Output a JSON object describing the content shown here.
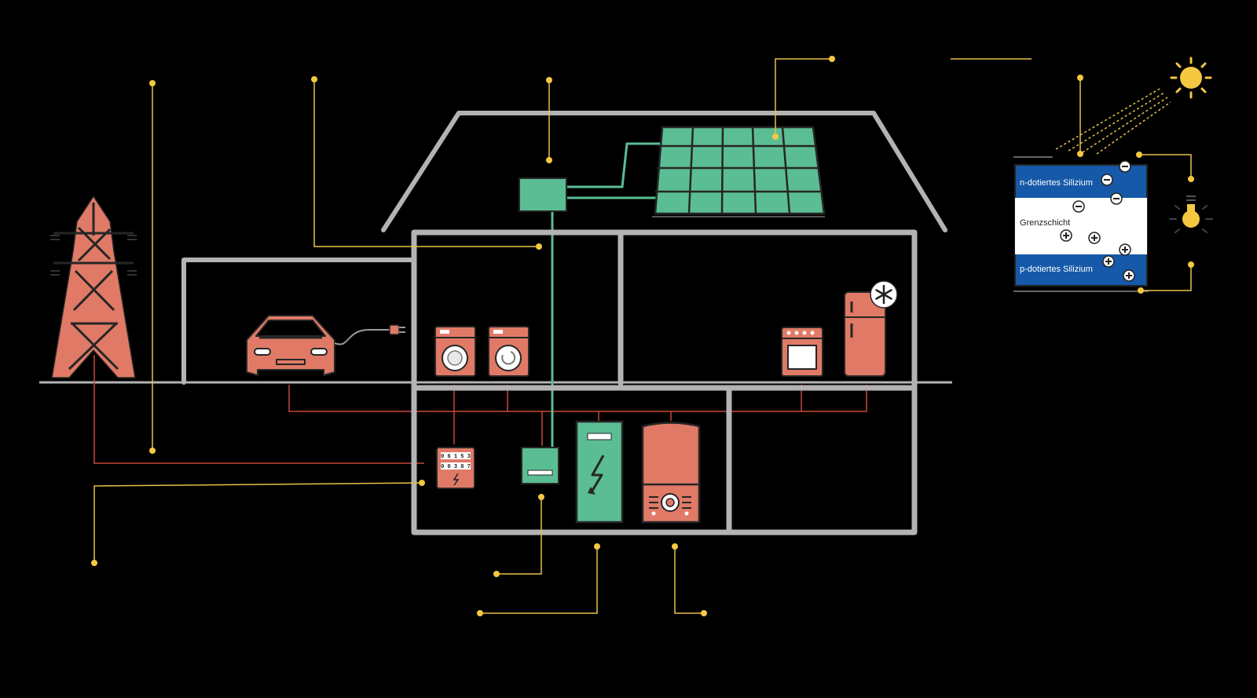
{
  "colors": {
    "background": "#000000",
    "wall": "#b3b3b3",
    "salmon": "#e07a66",
    "green": "#5bbd93",
    "yellow": "#f5c842",
    "wire_red": "#c8473a",
    "wire_yellow": "#e8c14a",
    "cell_blue": "#1659a8",
    "outline": "#262626"
  },
  "icons": {
    "pylon": "power-pylon-icon",
    "car": "electric-car-icon",
    "plug": "plug-icon",
    "washing_machine": "washing-machine-icon",
    "dryer": "dryer-icon",
    "oven": "oven-icon",
    "fridge": "fridge-icon",
    "snowflake": "snowflake-icon",
    "meter": "electricity-meter-icon",
    "inverter": "inverter-icon",
    "battery": "battery-storage-icon",
    "heat_pump": "heat-pump-icon",
    "solar_panel": "solar-panel-icon",
    "sun": "sun-icon",
    "lightbulb": "lightbulb-icon",
    "solar_cell": "solar-cell-icon"
  },
  "meter": {
    "digits_top": "0 6 1 5 3",
    "digits_bottom": "0 0 3 8 7"
  },
  "solar_cell": {
    "n_layer": "n-dotiertes Silizium",
    "junction": "Grenzschicht",
    "p_layer": "p-dotiertes Silizium",
    "minus": "−",
    "plus": "+"
  }
}
